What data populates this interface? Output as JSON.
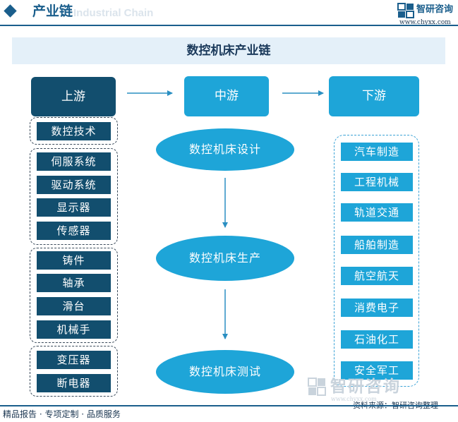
{
  "header": {
    "title": "产业链",
    "watermark": "Industrial Chain",
    "logo_text": "智研咨询",
    "logo_url": "www.chyxx.com"
  },
  "main_title": "数控机床产业链",
  "stages": {
    "upstream": "上游",
    "midstream": "中游",
    "downstream": "下游"
  },
  "upstream": {
    "groups": [
      {
        "items": [
          "数控技术"
        ]
      },
      {
        "items": [
          "伺服系统",
          "驱动系统",
          "显示器",
          "传感器"
        ]
      },
      {
        "items": [
          "铸件",
          "轴承",
          "滑台",
          "机械手"
        ]
      },
      {
        "items": [
          "变压器",
          "断电器"
        ]
      }
    ]
  },
  "midstream": {
    "steps": [
      "数控机床设计",
      "数控机床生产",
      "数控机床测试"
    ]
  },
  "downstream": {
    "items": [
      "汽车制造",
      "工程机械",
      "轨道交通",
      "船舶制造",
      "航空航天",
      "消费电子",
      "石油化工",
      "安全军工"
    ]
  },
  "footer": {
    "watermark": "智研咨询",
    "watermark_url": "www.chyxx.com",
    "source": "资料来源：智研咨询整理",
    "left_text": "精品报告 · 专项定制 · 品质服务"
  },
  "colors": {
    "dark_blue": "#124e6e",
    "light_blue": "#1ea5d8",
    "title_band": "#e4f0f9"
  }
}
